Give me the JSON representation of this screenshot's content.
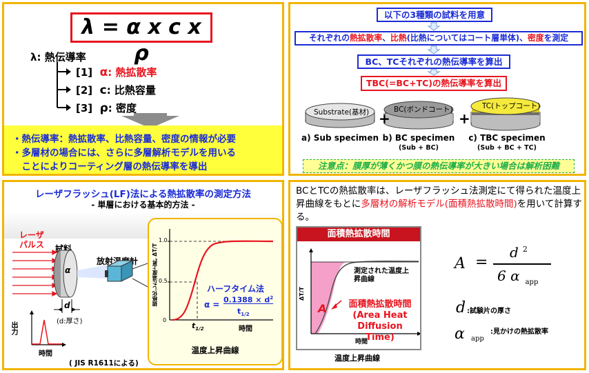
{
  "top_left": {
    "formula": "λ = α x c x ρ",
    "lambda_label": "λ",
    "lambda_text": ": 熱伝導率",
    "items": [
      {
        "num": "[1]",
        "sym": "α",
        "text": ": 熱拡散率"
      },
      {
        "num": "[2]",
        "sym": "c",
        "text": ": 比熱容量"
      },
      {
        "num": "[3]",
        "sym": "ρ",
        "text": ": 密度"
      }
    ],
    "notes": [
      "・熱伝導率：熱拡散率、比熱容量、密度の情報が必要",
      "・多層材の場合には、さらに多層解析モデルを用いる",
      "　ことによりコーティング層の熱伝導率を導出"
    ]
  },
  "top_right": {
    "flow": [
      "以下の3種類の試料を用意",
      "それぞれの熱拡散率、比熱(比熱についてはコート層単体)、密度を測定",
      "BC、TCそれぞれの熱伝導率を算出",
      "TBC(=BC+TC)の熱伝導率を算出"
    ],
    "flow2_parts": [
      "それぞれの",
      "熱拡散率",
      "、",
      "比熱",
      "(比熱についてはコート層単体)、",
      "密度",
      "を測定"
    ],
    "disks": [
      {
        "label": "Substrate(基材)",
        "title": "a) Sub specimen",
        "sub": "",
        "color": "#d9d9d9"
      },
      {
        "label": "BC(ボンドコート)",
        "title": "b) BC specimen",
        "sub": "(Sub + BC)",
        "color": "#8c8c8c"
      },
      {
        "label": "TC(トップコート)",
        "title": "c) TBC specimen",
        "sub": "(Sub + BC + TC)",
        "color": "#f5ea3c"
      }
    ],
    "plus": "+",
    "caution": "注意点：膜厚が薄くかつ膜の熱伝導率が大きい場合は解析困難"
  },
  "bottom_left": {
    "title": "レーザフラッシュ(LF)法による熱拡散率の測定方法",
    "subtitle": "- 単層における基本的方法 -",
    "laser": "レーザ\nパルス",
    "laser_l1": "レーザ",
    "laser_l2": "パルス",
    "sample": "試料",
    "thermometer": "放射温度計",
    "alpha": "α",
    "d": "d",
    "d_note": "(d:厚さ)",
    "output": "出力",
    "time": "時間",
    "half_time": "ハーフタイム法",
    "formula_lhs": "α =",
    "formula_num": "0.1388 × d",
    "formula_num_sup": "2",
    "formula_den": "t",
    "formula_den_sub": "1/2",
    "ylabel": "規格化した温度上昇, ΔT/T",
    "yticks": [
      "1.0",
      "0.5",
      "0"
    ],
    "t_half": "t",
    "t_half_sub": "1/2",
    "x_time": "時間",
    "curve_caption": "温度上昇曲線",
    "footer": "( JIS R1611による)"
  },
  "bottom_right": {
    "text_a": "BCとTCの熱拡散率は、レーザフラッシュ法測定にて得られた温度上昇曲線をもとに",
    "text_red": "多層材の解析モデル(面積熱拡散時間)",
    "text_b": "を用いて計算する。",
    "graph_title": "面積熱拡散時間",
    "graph_ylabel": "ΔT/T",
    "graph_A": "A",
    "measured": "測定された温度上昇曲線",
    "measured_l1": "測定された温度上",
    "measured_l2": "昇曲線",
    "aht_l1": "面積熱拡散時間",
    "aht_l2": "(Area Heat",
    "aht_l3": "Diffusion Time)",
    "graph_xlabel": "時間",
    "graph_caption": "温度上昇曲線",
    "eq_A": "A",
    "eq_eq": "=",
    "eq_num": "d",
    "eq_num_sup": "2",
    "eq_den": "6 α",
    "eq_den_sub": "app",
    "def_d": "d",
    "def_d_text": ":試験片の厚さ",
    "def_a": "α",
    "def_a_sub": "app",
    "def_a_text": ":見かけの熱拡散率"
  }
}
